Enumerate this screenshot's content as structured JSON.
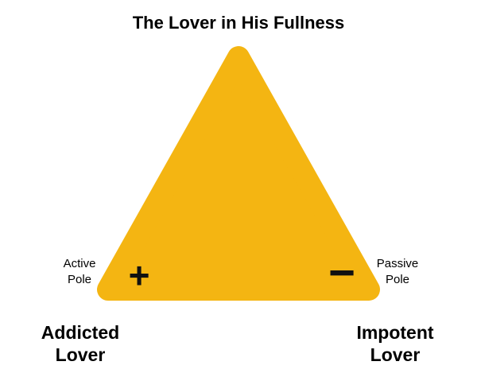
{
  "title": "The Lover in His Fullness",
  "triangle": {
    "fill": "#F4B512"
  },
  "poles": {
    "left": {
      "label": "Active\nPole",
      "symbol": "+"
    },
    "right": {
      "label": "Passive\nPole",
      "symbol": "−"
    }
  },
  "shadows": {
    "left": "Addicted\nLover",
    "right": "Impotent\nLover"
  },
  "colors": {
    "background": "#FFFFFF",
    "text": "#000000",
    "triangle_fill": "#F4B512"
  }
}
